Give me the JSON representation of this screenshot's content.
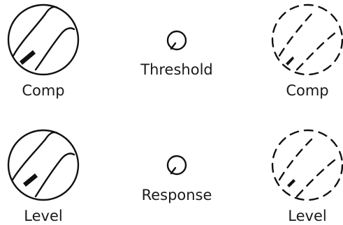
{
  "labels": {
    "comp_solid": "Comp",
    "threshold": "Threshold",
    "comp_dashed": "Comp",
    "level_solid": "Level",
    "response": "Response",
    "level_dashed": "Level"
  }
}
